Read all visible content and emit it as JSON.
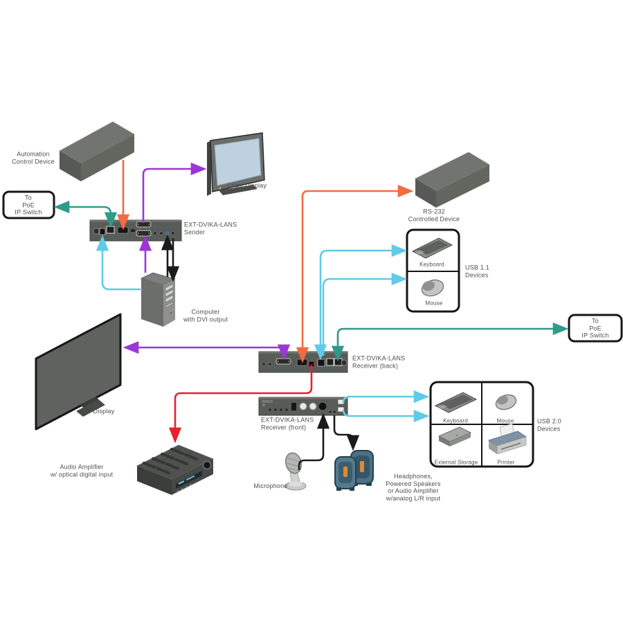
{
  "colors": {
    "orange": "#F26B41",
    "purple": "#9B36D6",
    "teal": "#2F9A88",
    "cyan": "#5FCBE7",
    "red": "#E8202D",
    "black": "#1A1A1A",
    "box_border": "#161616",
    "label_text": "#4E4E4E"
  },
  "nodes": {
    "automation_control_device": {
      "label_lines": [
        "Automation",
        "Control Device"
      ]
    },
    "local_display": {
      "label": "Local Display"
    },
    "poe_switch_left": {
      "label_lines": [
        "To",
        "PoE",
        "IP Switch"
      ]
    },
    "sender": {
      "label_lines": [
        "EXT-DVIKA-LANS",
        "Sender"
      ]
    },
    "computer": {
      "label_lines": [
        "Computer",
        "with DVI output"
      ]
    },
    "rs232_device": {
      "label_lines": [
        "RS-232",
        "Controlled Device"
      ]
    },
    "usb11_devices": {
      "group_label_lines": [
        "USB 1.1",
        "Devices"
      ],
      "items": [
        "Keyboard",
        "Mouse"
      ]
    },
    "poe_switch_right": {
      "label_lines": [
        "To",
        "PoE",
        "IP Switch"
      ]
    },
    "receiver_back": {
      "label_lines": [
        "EXT-DVIKA-LANS",
        "Receiver (back)"
      ]
    },
    "receiver_front": {
      "label_lines": [
        "EXT-DVIKA-LANS",
        "Receiver (front)"
      ]
    },
    "display": {
      "label": "Display"
    },
    "audio_amplifier": {
      "label_lines": [
        "Audio Amplifier",
        "w/ optical digital input"
      ]
    },
    "microphone": {
      "label": "Microphone"
    },
    "speakers": {
      "label_lines": [
        "Headphones,",
        "Powered Speakers",
        "or Audio Amplifier",
        "w/analog L/R input"
      ]
    },
    "usb20_devices": {
      "group_label_lines": [
        "USB 2.0",
        "Devices"
      ],
      "items": [
        "Keyboard",
        "Mouse",
        "External Storage",
        "Printer"
      ]
    }
  },
  "connections": [
    {
      "from": "automation_control_device",
      "to": "sender",
      "color": "#F26B41"
    },
    {
      "from": "sender",
      "to": "poe_switch_left",
      "color": "#2F9A88"
    },
    {
      "from": "sender",
      "to": "local_display",
      "color": "#9B36D6"
    },
    {
      "from": "computer",
      "to": "sender",
      "color": "#9B36D6"
    },
    {
      "from": "computer",
      "to": "sender",
      "color": "#5FCBE7"
    },
    {
      "from": "computer",
      "to": "sender",
      "color": "#1A1A1A"
    },
    {
      "from": "sender",
      "to": "computer",
      "color": "#1A1A1A"
    },
    {
      "from": "receiver_back",
      "to": "rs232_device",
      "color": "#F26B41"
    },
    {
      "from": "receiver_back",
      "to": "usb11_devices",
      "color": "#5FCBE7"
    },
    {
      "from": "receiver_back",
      "to": "usb11_devices",
      "color": "#5FCBE7"
    },
    {
      "from": "receiver_back",
      "to": "poe_switch_right",
      "color": "#2F9A88"
    },
    {
      "from": "receiver_back",
      "to": "display",
      "color": "#9B36D6"
    },
    {
      "from": "receiver_back",
      "to": "audio_amplifier",
      "color": "#E8202D"
    },
    {
      "from": "receiver_front",
      "to": "usb20_devices",
      "color": "#5FCBE7"
    },
    {
      "from": "receiver_front",
      "to": "usb20_devices",
      "color": "#5FCBE7"
    },
    {
      "from": "microphone",
      "to": "receiver_front",
      "color": "#1A1A1A"
    },
    {
      "from": "receiver_front",
      "to": "speakers",
      "color": "#1A1A1A"
    }
  ]
}
